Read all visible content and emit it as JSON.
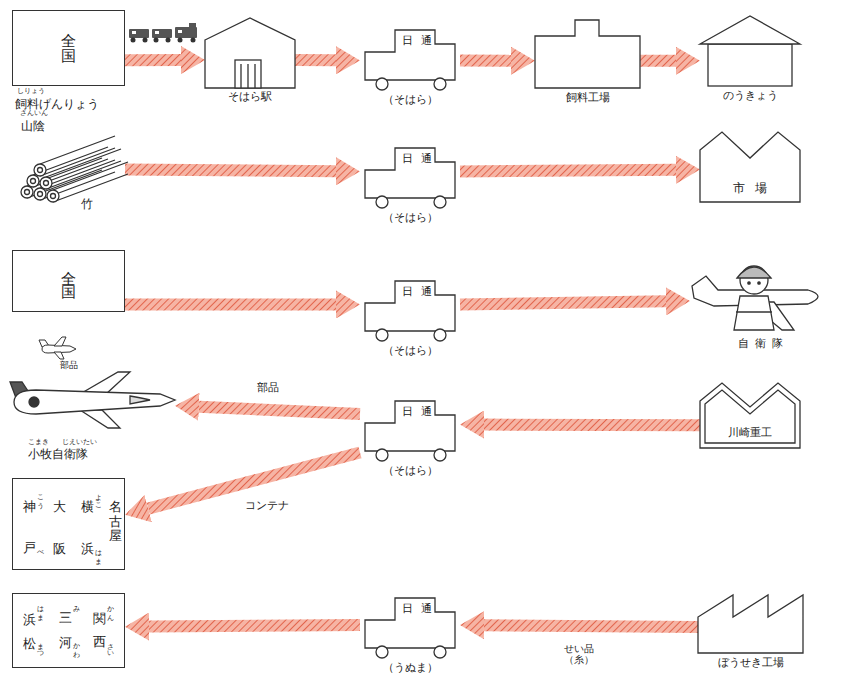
{
  "diagram": {
    "nodes": [
      {
        "text": [
          "全国",
          "飼料げんりょう"
        ]
      },
      {
        "text": [
          "そはら駅"
        ]
      },
      {
        "text": [
          "日通",
          "（そはら）"
        ]
      },
      {
        "text": [
          "飼料工場"
        ]
      },
      {
        "text": [
          "のうきょう"
        ]
      },
      {
        "text": [
          "山陰",
          "竹"
        ]
      },
      {
        "text": [
          "日通",
          "（そはら）"
        ]
      },
      {
        "text": [
          "市場"
        ]
      },
      {
        "text": [
          "全国"
        ]
      },
      {
        "text": [
          "日通",
          "（そはら）"
        ]
      },
      {
        "text": [
          "自衛隊"
        ]
      },
      {
        "text": [
          "小牧自衛隊"
        ]
      },
      {
        "text": [
          "日通",
          "（そはら）"
        ]
      },
      {
        "text": [
          "川崎重工"
        ]
      },
      {
        "text": [
          "神戸",
          "大阪",
          "横浜",
          "名古屋"
        ]
      },
      {
        "text": [
          "浜松",
          "三河",
          "関西"
        ]
      },
      {
        "text": [
          "日通",
          "（うぬま）"
        ]
      },
      {
        "text": [
          "ぼうせき工場"
        ]
      }
    ],
    "edges": [
      {
        "from": 0,
        "to": 1,
        "arrow": "to"
      },
      {
        "from": 1,
        "to": 2,
        "arrow": "to"
      },
      {
        "from": 2,
        "to": 3,
        "arrow": "to"
      },
      {
        "from": 3,
        "to": 4,
        "arrow": "to"
      },
      {
        "from": 5,
        "to": 6,
        "arrow": "to"
      },
      {
        "from": 6,
        "to": 7,
        "arrow": "to"
      },
      {
        "from": 8,
        "to": 9,
        "arrow": "to"
      },
      {
        "from": 9,
        "to": 10,
        "arrow": "to"
      },
      {
        "from": 13,
        "to": 12,
        "arrow": "to"
      },
      {
        "from": 12,
        "to": 11,
        "arrow": "to",
        "label": "部品"
      },
      {
        "from": 12,
        "to": 14,
        "arrow": "to",
        "label": "コンテナ"
      },
      {
        "from": 17,
        "to": 16,
        "arrow": "to",
        "label": "せい品 （糸）"
      },
      {
        "from": 16,
        "to": 15,
        "arrow": "to"
      }
    ],
    "labels": [
      "しりょう",
      "さんいん",
      "部品",
      "こまき",
      "じえいたい",
      "こう",
      "よこ",
      "べ",
      "はま",
      "はま",
      "み",
      "かん",
      "まつ",
      "かわ",
      "さい"
    ]
  }
}
